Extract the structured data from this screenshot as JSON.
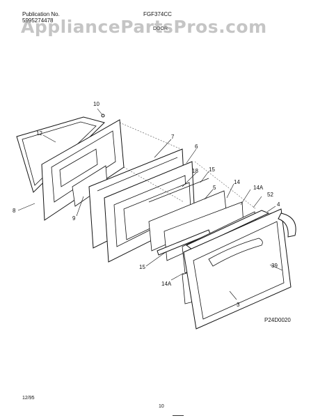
{
  "header": {
    "publication_label": "Publication No.",
    "publication_number": "5995274478",
    "model_number": "FGF374CC",
    "section_label": "DOOR"
  },
  "watermark": "AppliancePartsPros.com",
  "diagram": {
    "figure_code": "P24D0020",
    "callouts": [
      "10",
      "12",
      "7",
      "6",
      "18",
      "15",
      "5",
      "14",
      "14A",
      "52",
      "4",
      "8",
      "9",
      "15",
      "14A",
      "3",
      "39"
    ]
  },
  "footer": {
    "date": "12/95",
    "page": "10"
  }
}
